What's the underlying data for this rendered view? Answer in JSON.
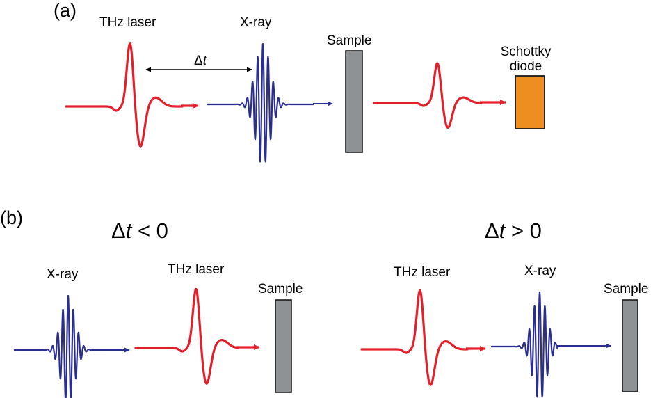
{
  "panel_a": {
    "letter": "(a)",
    "thz_label": "THz laser",
    "xray_label": "X-ray",
    "sample_label": "Sample",
    "delay_symbol": "Δ",
    "delay_var": "t",
    "detector_line1": "Schottky",
    "detector_line2": "diode"
  },
  "panel_b": {
    "letter": "(b)",
    "negative": {
      "condition_symbol": "Δ",
      "condition_var": "t",
      "condition_rest": " < 0",
      "xray_label": "X-ray",
      "thz_label": "THz laser",
      "sample_label": "Sample"
    },
    "positive": {
      "condition_symbol": "Δ",
      "condition_var": "t",
      "condition_rest": " > 0",
      "thz_label": "THz laser",
      "xray_label": "X-ray",
      "sample_label": "Sample"
    }
  },
  "colors": {
    "thz": "#e3202a",
    "xray": "#2a2f8f",
    "sample": "#8f9294",
    "detector": "#ef8e20",
    "outline": "#1a1a1a"
  }
}
